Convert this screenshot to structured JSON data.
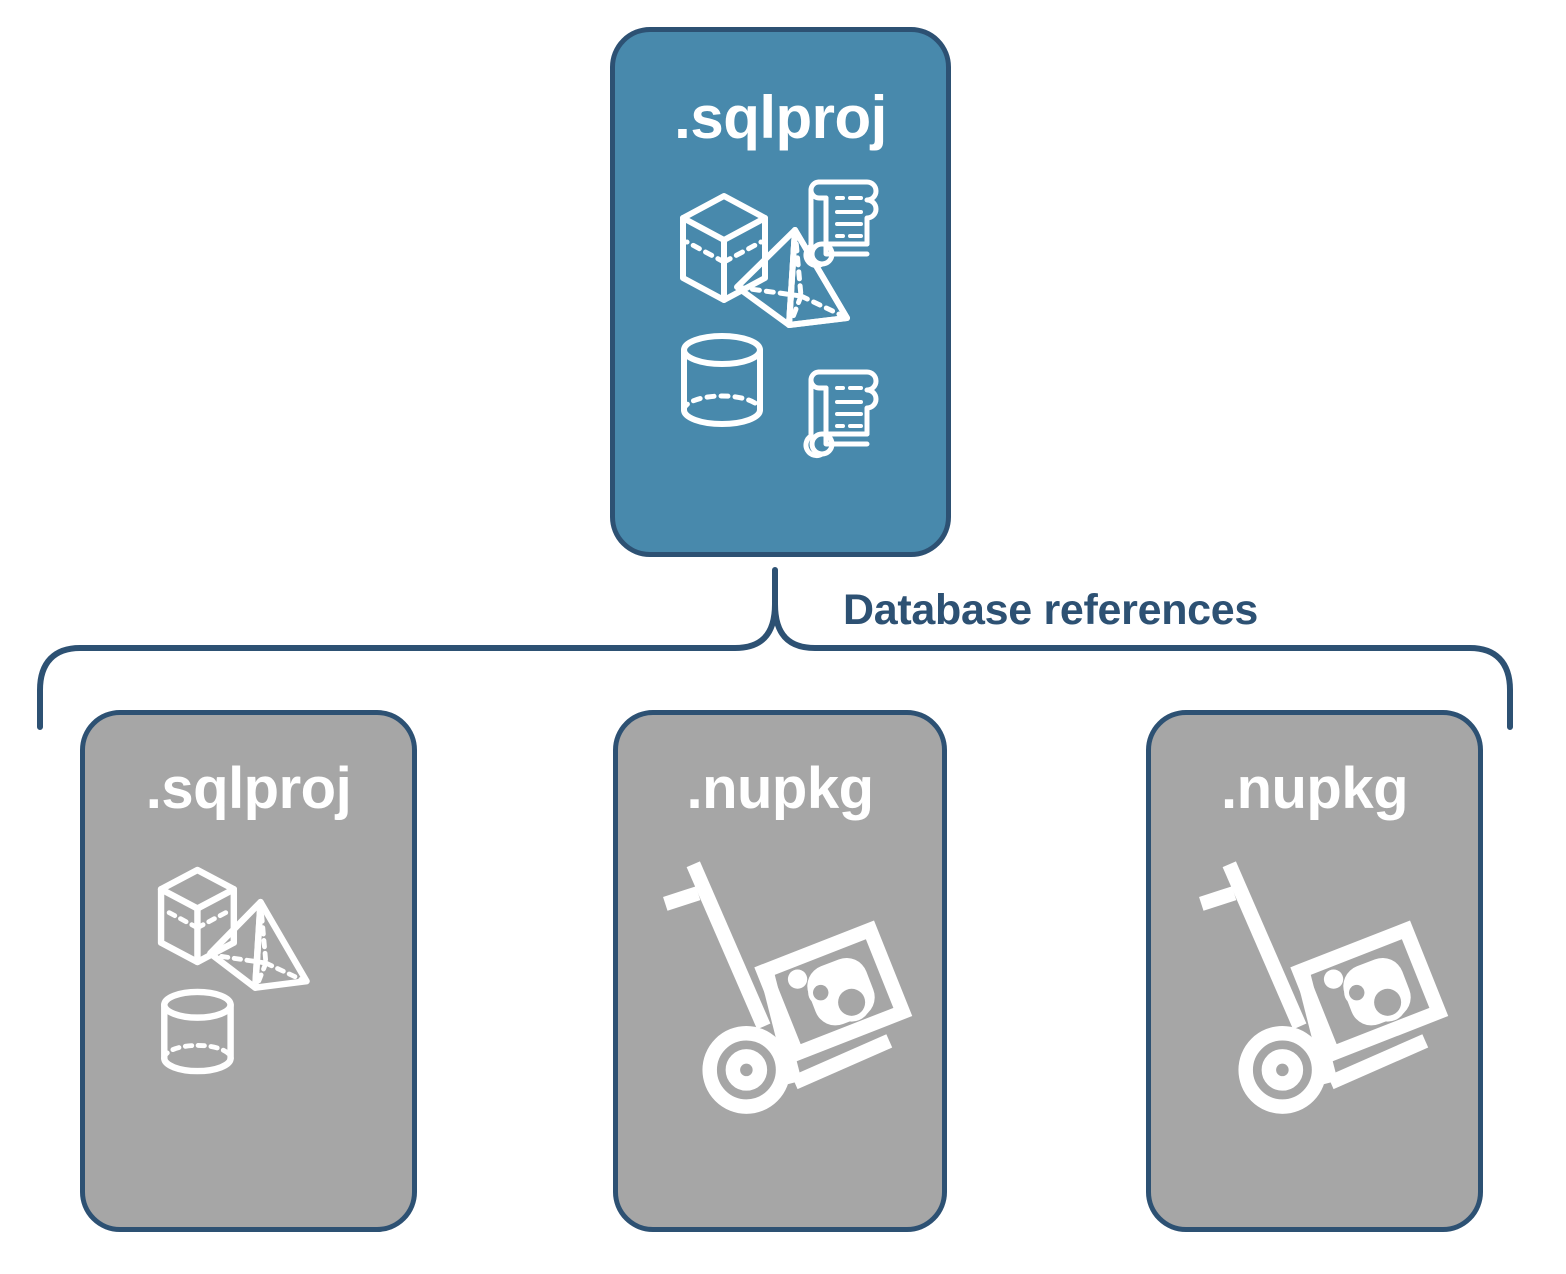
{
  "diagram": {
    "title": "Database references diagram",
    "colors": {
      "root_fill": "#4889ac",
      "reference_fill": "#a6a6a6",
      "stroke": "#2d5173",
      "icon": "#ffffff",
      "background": "#ffffff"
    },
    "root": {
      "label": ".sqlproj",
      "kind": "sql-database-project",
      "icons": [
        "cube-icon",
        "pyramid-icon",
        "cylinder-icon",
        "script-scroll-icon",
        "script-scroll-icon"
      ]
    },
    "edge": {
      "label": "Database references",
      "style": "curly-brace"
    },
    "references": [
      {
        "label": ".sqlproj",
        "kind": "sql-database-project",
        "icons": [
          "cube-icon",
          "pyramid-icon",
          "cylinder-icon"
        ]
      },
      {
        "label": ".nupkg",
        "kind": "nuget-package",
        "icons": [
          "nuget-hand-truck-icon"
        ]
      },
      {
        "label": ".nupkg",
        "kind": "nuget-package",
        "icons": [
          "nuget-hand-truck-icon"
        ]
      }
    ]
  }
}
